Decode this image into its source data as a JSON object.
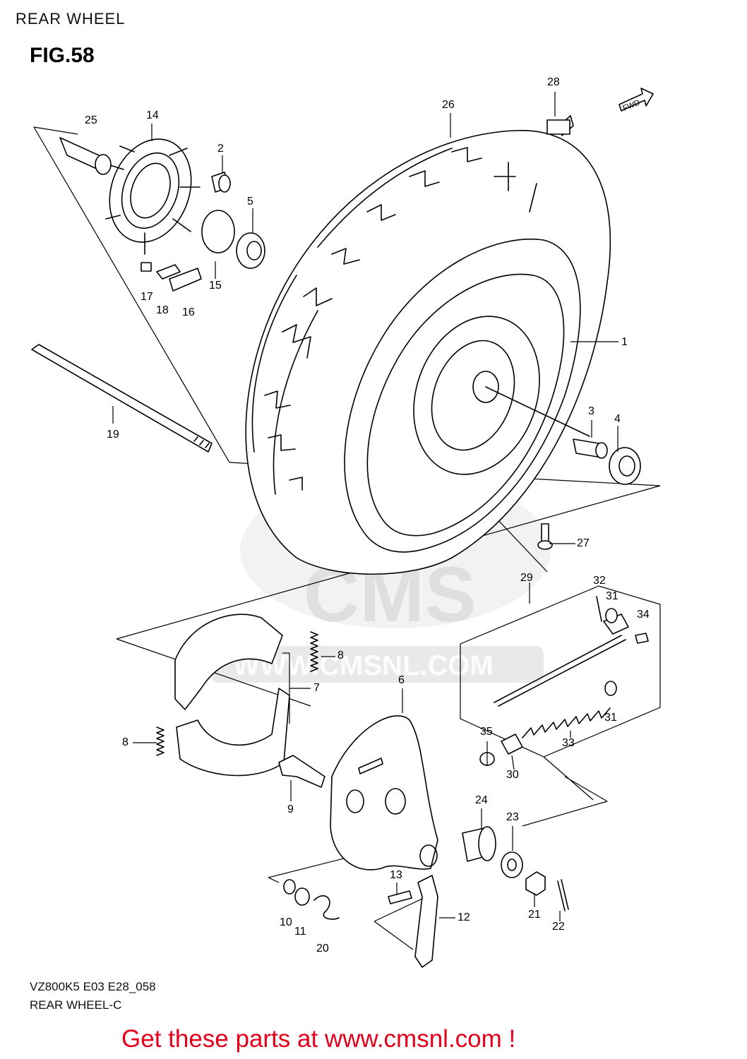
{
  "header": {
    "title": "REAR WHEEL",
    "figure": "FIG.58"
  },
  "footer": {
    "code": "VZ800K5 E03 E28_058",
    "caption": "REAR WHEEL-C",
    "promo": "Get these parts at www.cmsnl.com !"
  },
  "badge": {
    "fwd": "FWD"
  },
  "watermark": {
    "logo": "CMS",
    "url": "WWW.CMSNL.COM"
  },
  "labels": [
    "25",
    "14",
    "2",
    "5",
    "15",
    "17",
    "18",
    "16",
    "19",
    "26",
    "28",
    "1",
    "3",
    "4",
    "27",
    "29",
    "32",
    "31",
    "34",
    "8",
    "7",
    "8",
    "6",
    "9",
    "31",
    "33",
    "35",
    "30",
    "24",
    "23",
    "13",
    "12",
    "10",
    "11",
    "20",
    "21",
    "22"
  ],
  "colors": {
    "promo": "#e3001b",
    "line": "#000000",
    "watermark": "#d9d9d9"
  }
}
